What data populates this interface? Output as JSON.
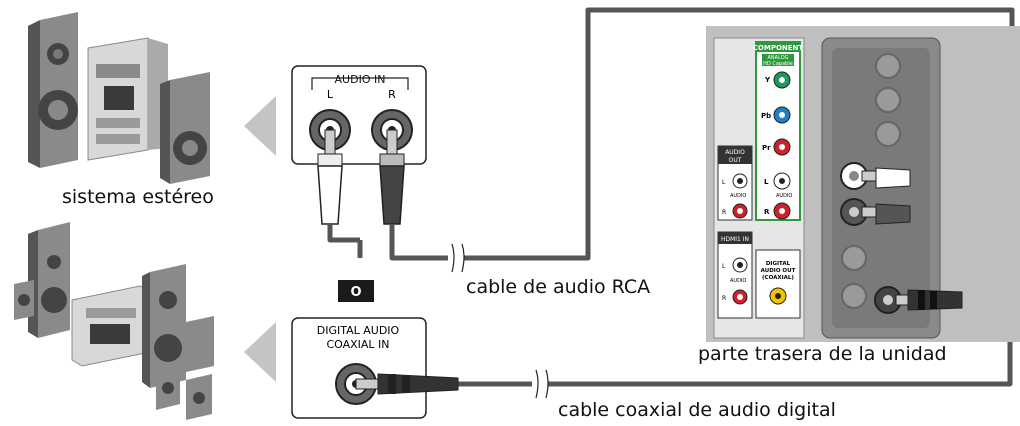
{
  "devices": {
    "stereo": {
      "caption": "sistema estéreo",
      "icon": "stereo-system-icon"
    },
    "home_theater": {
      "icon": "home-theater-icon"
    },
    "tv_back": {
      "caption": "parte trasera de la unidad"
    }
  },
  "connectors": {
    "audio_in": {
      "title": "AUDIO IN",
      "left": "L",
      "right": "R"
    },
    "digital_in": {
      "title_line1": "DIGITAL AUDIO",
      "title_line2": "COAXIAL  IN"
    }
  },
  "or_label": "O",
  "cables": {
    "rca": "cable de audio RCA",
    "coaxial": "cable coaxial de audio digital"
  },
  "tv_panel": {
    "component": {
      "title": "COMPONENT",
      "sub1": "ANALOG",
      "sub2": "HD Capable",
      "y": "Y",
      "pb": "Pb",
      "pr": "Pr",
      "l": "L",
      "r": "R",
      "audio": "AUDIO"
    },
    "audio_out": {
      "title1": "AUDIO",
      "title2": "OUT",
      "l": "L",
      "r": "R",
      "audio": "AUDIO"
    },
    "hdmi1": {
      "title": "HDMI1 IN",
      "l": "L",
      "r": "R",
      "audio": "AUDIO"
    },
    "digital_out": {
      "line1": "DIGITAL",
      "line2": "AUDIO OUT",
      "line3": "(COAXIAL)"
    }
  },
  "colors": {
    "cable": "#555555",
    "jack_white": "#ffffff",
    "jack_red": "#d0202a",
    "jack_green": "#1a9a5e",
    "jack_blue": "#1e7fc4",
    "jack_yellow": "#f2c500",
    "panel_green": "#2f9a3c",
    "or_badge": "#1a1a1a"
  }
}
